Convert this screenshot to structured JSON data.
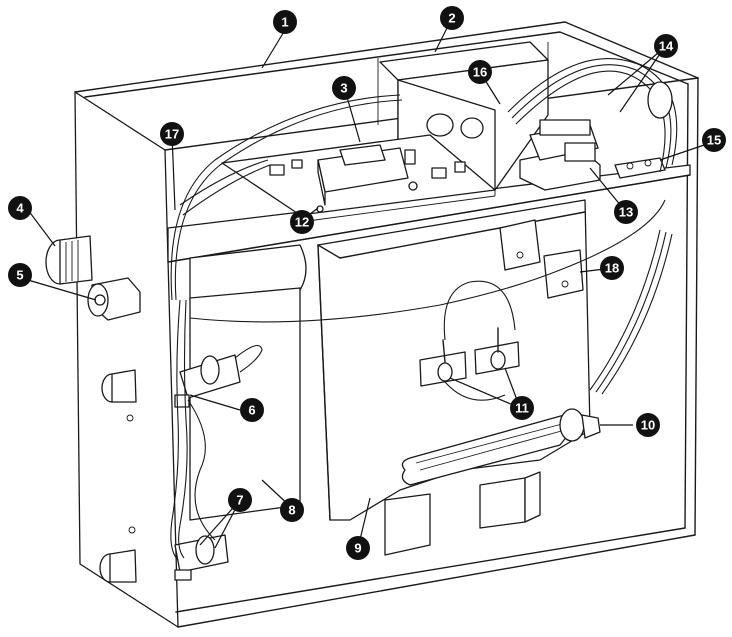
{
  "callouts": [
    {
      "id": "c1",
      "label": "1"
    },
    {
      "id": "c2",
      "label": "2"
    },
    {
      "id": "c3",
      "label": "3"
    },
    {
      "id": "c4",
      "label": "4"
    },
    {
      "id": "c5",
      "label": "5"
    },
    {
      "id": "c6",
      "label": "6"
    },
    {
      "id": "c7",
      "label": "7"
    },
    {
      "id": "c8",
      "label": "8"
    },
    {
      "id": "c9",
      "label": "9"
    },
    {
      "id": "c10",
      "label": "10"
    },
    {
      "id": "c11",
      "label": "11"
    },
    {
      "id": "c12",
      "label": "12"
    },
    {
      "id": "c13",
      "label": "13"
    },
    {
      "id": "c14",
      "label": "14"
    },
    {
      "id": "c15",
      "label": "15"
    },
    {
      "id": "c16",
      "label": "16"
    },
    {
      "id": "c17",
      "label": "17"
    },
    {
      "id": "c18",
      "label": "18"
    }
  ],
  "colors": {
    "line": "#1a1a1a",
    "badge": "#111111",
    "badge_text": "#ffffff",
    "background": "#ffffff"
  }
}
